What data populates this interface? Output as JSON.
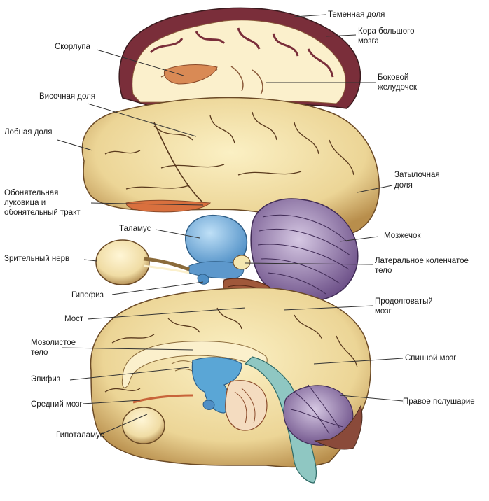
{
  "labels": {
    "parietal": "Теменная доля",
    "cortex_1": "Кора большого",
    "cortex_2": "мозга",
    "putamen": "Скорлупа",
    "ventricle_1": "Боковой",
    "ventricle_2": "желудочек",
    "temporal": "Височная доля",
    "frontal": "Лобная доля",
    "occipital_1": "Затылочная",
    "occipital_2": "доля",
    "olfactory_1": "Обонятельная",
    "olfactory_2": "луковица и",
    "olfactory_3": "обонятельный тракт",
    "thalamus": "Таламус",
    "cerebellum": "Мозжечок",
    "optic_nerve": "Зрительный нерв",
    "lgn_1": "Латеральное коленчатое",
    "lgn_2": "тело",
    "pituitary": "Гипофиз",
    "medulla_1": "Продолговатый",
    "medulla_2": "мозг",
    "pons": "Мост",
    "corpus_1": "Мозолистое",
    "corpus_2": "тело",
    "spinal": "Спинной мозг",
    "pineal": "Эпифиз",
    "midbrain": "Средний мозг",
    "right_hemi": "Правое полушарие",
    "hypothalamus": "Гипоталамус"
  },
  "colors": {
    "cortex_outer": "#7a2e3a",
    "brain_tan": "#f0dfa8",
    "brain_dark": "#b08a4a",
    "thalamus_blue": "#6fa8d8",
    "cerebellum_purple": "#8b6fa3",
    "brainstem_green": "#3f8a6a",
    "pons_brown": "#a0583a",
    "putamen_orange": "#d98a55"
  }
}
